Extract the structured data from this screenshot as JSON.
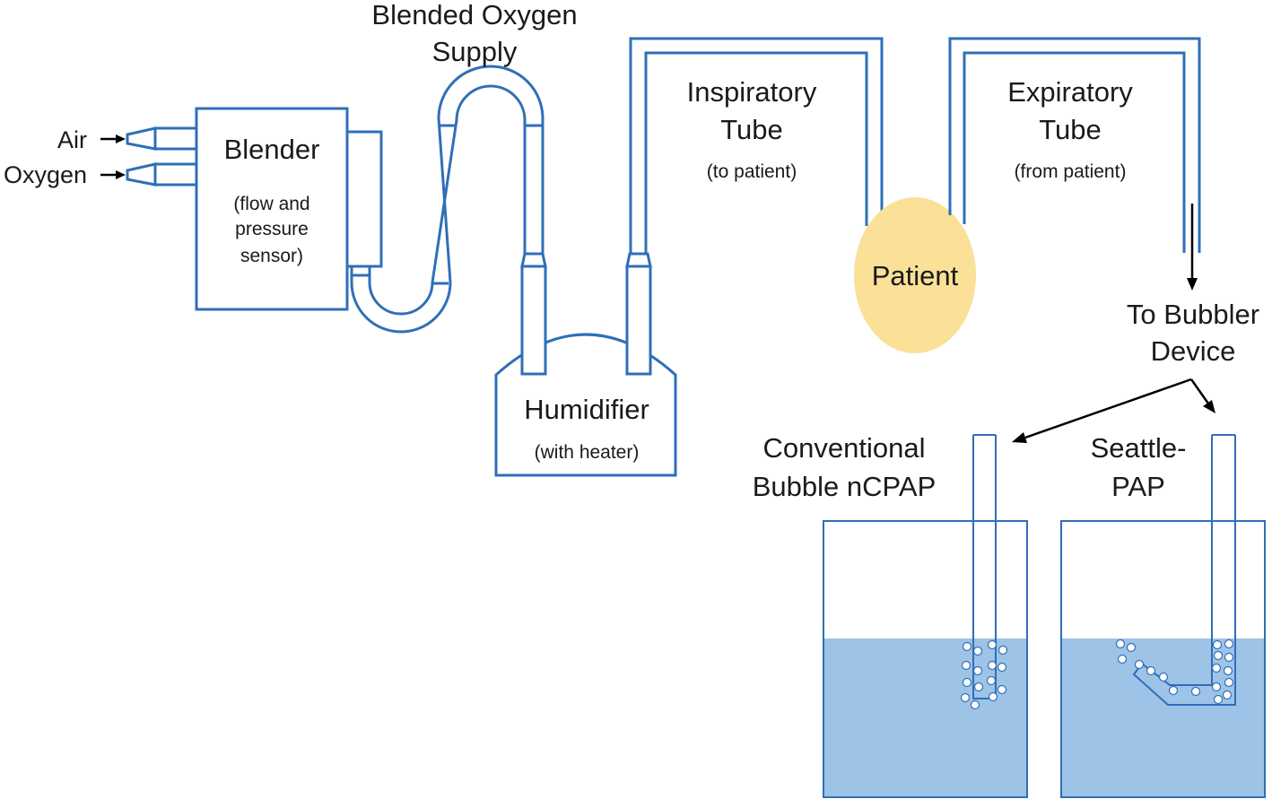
{
  "labels": {
    "air": "Air",
    "oxygen": "Oxygen",
    "blender_title": "Blender",
    "blender_sub_1": "(flow and",
    "blender_sub_2": "pressure",
    "blender_sub_3": "sensor)",
    "blended_supply_1": "Blended Oxygen",
    "blended_supply_2": "Supply",
    "humidifier_title": "Humidifier",
    "humidifier_sub": "(with heater)",
    "inspiratory_1": "Inspiratory",
    "inspiratory_2": "Tube",
    "inspiratory_sub": "(to patient)",
    "expiratory_1": "Expiratory",
    "expiratory_2": "Tube",
    "expiratory_sub": "(from patient)",
    "patient": "Patient",
    "bubbler_1": "To Bubbler",
    "bubbler_2": "Device",
    "conventional_1": "Conventional",
    "conventional_2": "Bubble nCPAP",
    "seattle_1": "Seattle-",
    "seattle_2": "PAP"
  },
  "colors": {
    "pipe": "#2f6fb8",
    "water": "#9dc3e6",
    "patient_fill": "#fbe098",
    "arrow": "#000000"
  }
}
